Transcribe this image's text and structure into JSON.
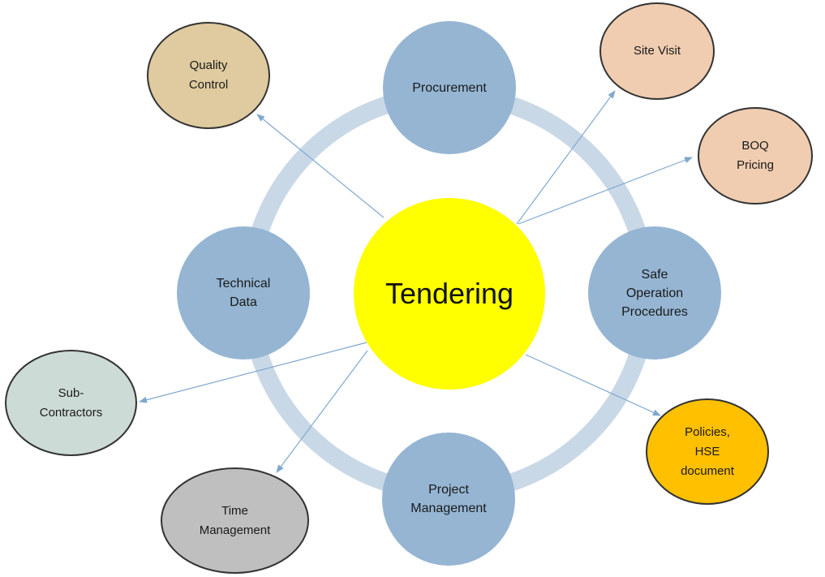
{
  "diagram": {
    "center": {
      "label": "Tendering",
      "color": "#ffff00"
    },
    "ring_color": "#c9d8e7",
    "connector_color": "#7fa8cf",
    "ring_nodes": [
      {
        "id": "procurement",
        "label": "Procurement",
        "color": "#95b5d3"
      },
      {
        "id": "safe-operation-procedures",
        "label": "Safe\nOperation\nProcedures",
        "color": "#95b5d3"
      },
      {
        "id": "project-management",
        "label": "Project\nManagement",
        "color": "#95b5d3"
      },
      {
        "id": "technical-data",
        "label": "Technical\nData",
        "color": "#95b5d3"
      }
    ],
    "outer_nodes": [
      {
        "id": "quality-control",
        "label": "Quality\nControl",
        "color": "#dfcb9f"
      },
      {
        "id": "site-visit",
        "label": "Site Visit",
        "color": "#f0cdb1"
      },
      {
        "id": "boq-pricing",
        "label": "BOQ\nPricing",
        "color": "#f0cdb1"
      },
      {
        "id": "policies-hse",
        "label": "Policies,\nHSE\ndocument",
        "color": "#ffc000"
      },
      {
        "id": "sub-contractors",
        "label": "Sub-\nContractors",
        "color": "#cddbd6"
      },
      {
        "id": "time-management",
        "label": "Time\nManagement",
        "color": "#bfbfbf"
      }
    ]
  }
}
